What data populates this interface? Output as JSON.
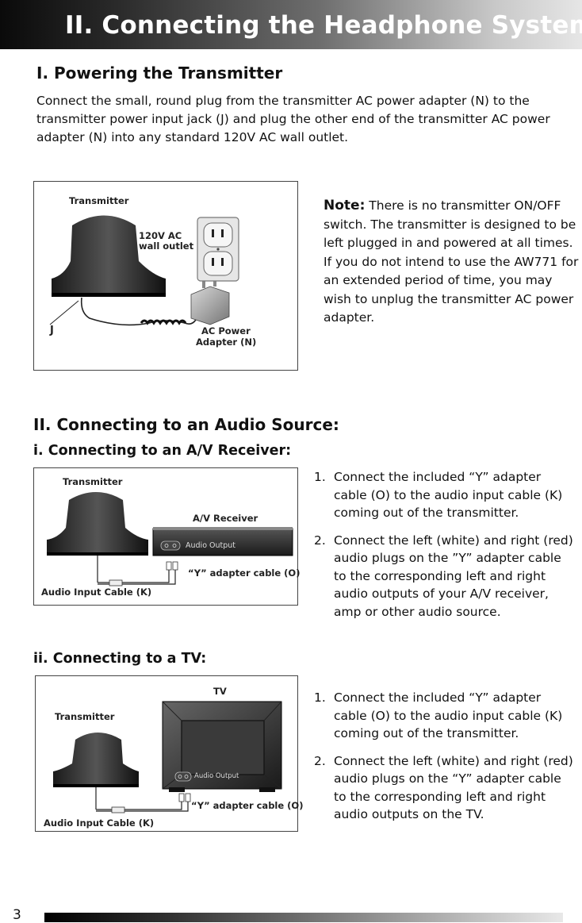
{
  "header": {
    "title": "II. Connecting the Headphone System"
  },
  "section1": {
    "heading": "I. Powering the Transmitter",
    "body": "Connect the small, round plug from the transmitter AC power adapter (N) to the transmitter power input jack (J) and plug the other end of the transmitter AC power adapter (N) into any standard 120V AC wall outlet.",
    "figure": {
      "transmitter_label": "Transmitter",
      "outlet_label_line1": "120V AC",
      "outlet_label_line2": "wall outlet",
      "jack_label": "J",
      "adapter_label_line1": "AC Power",
      "adapter_label_line2": "Adapter (N)"
    },
    "note": {
      "label": "Note:",
      "text": " There is no transmitter ON/OFF switch. The transmitter is designed to be left plugged in and powered at all times. If you do not intend to use the AW771 for an extended period of time, you may wish to unplug the transmitter AC power adapter."
    }
  },
  "section2": {
    "heading": "II. Connecting to an Audio Source:",
    "receiver": {
      "heading": "i. Connecting to an A/V Receiver:",
      "figure": {
        "transmitter_label": "Transmitter",
        "receiver_label": "A/V Receiver",
        "output_label": "Audio Output",
        "y_cable_label": "“Y” adapter cable (O)",
        "input_cable_label": "Audio Input Cable (K)"
      },
      "steps": [
        {
          "num": "1.",
          "text": "Connect the included “Y” adapter cable (O) to the audio input cable (K) coming out of the transmitter."
        },
        {
          "num": "2.",
          "text": "Connect the left (white) and right (red) audio plugs on the ”Y” adapter cable to the corresponding left and right audio outputs of your A/V receiver, amp or other audio source."
        }
      ]
    },
    "tv": {
      "heading": "ii. Connecting to a TV:",
      "figure": {
        "tv_label": "TV",
        "transmitter_label": "Transmitter",
        "output_label": "Audio Output",
        "y_cable_label": "“Y” adapter cable (O)",
        "input_cable_label": "Audio Input Cable (K)"
      },
      "steps": [
        {
          "num": "1.",
          "text": "Connect the included “Y” adapter cable (O) to the audio input cable (K) coming out of the transmitter."
        },
        {
          "num": "2.",
          "text": "Connect the left (white) and right (red) audio plugs on the “Y” adapter cable to the corresponding left and right audio outputs on the TV."
        }
      ]
    }
  },
  "footer": {
    "page_number": "3"
  }
}
